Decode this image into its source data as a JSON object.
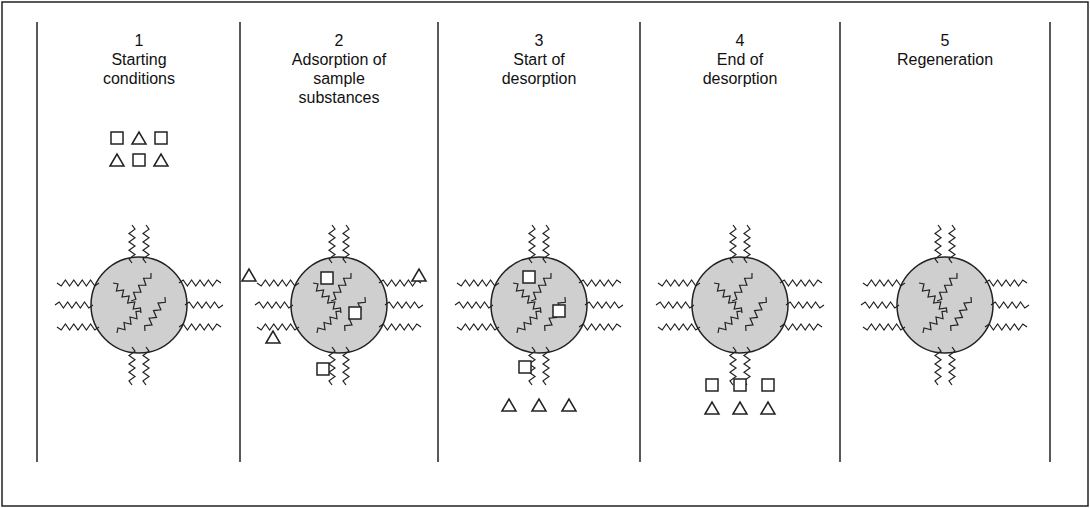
{
  "diagram": {
    "labels": [
      "1",
      "Starting conditions",
      "2",
      "Adsorption of sample substances",
      "3",
      "Start of desorption",
      "4",
      "End of desorption",
      "5",
      "Regeneration"
    ]
  }
}
